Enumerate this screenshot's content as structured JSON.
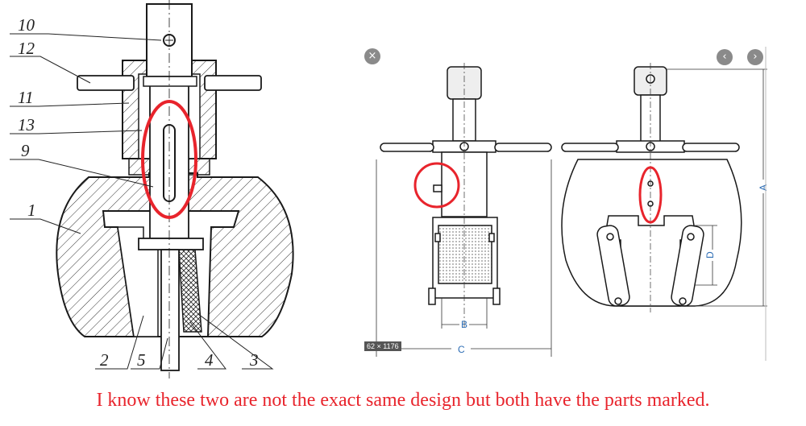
{
  "left_drawing": {
    "labels": [
      "10",
      "12",
      "11",
      "13",
      "9",
      "1",
      "2",
      "5",
      "4",
      "3"
    ]
  },
  "right_viewer": {
    "close_glyph": "×",
    "prev_glyph": "‹",
    "next_glyph": "›",
    "image_size": "62 × 1176",
    "dimensions": {
      "a": "A",
      "b": "B",
      "c": "C",
      "d": "D"
    }
  },
  "caption": "I know these two are not the exact same design but both have the parts marked.",
  "colors": {
    "highlight": "#e8242c",
    "dimension": "#2d6db5",
    "line": "#1a1a1a"
  }
}
